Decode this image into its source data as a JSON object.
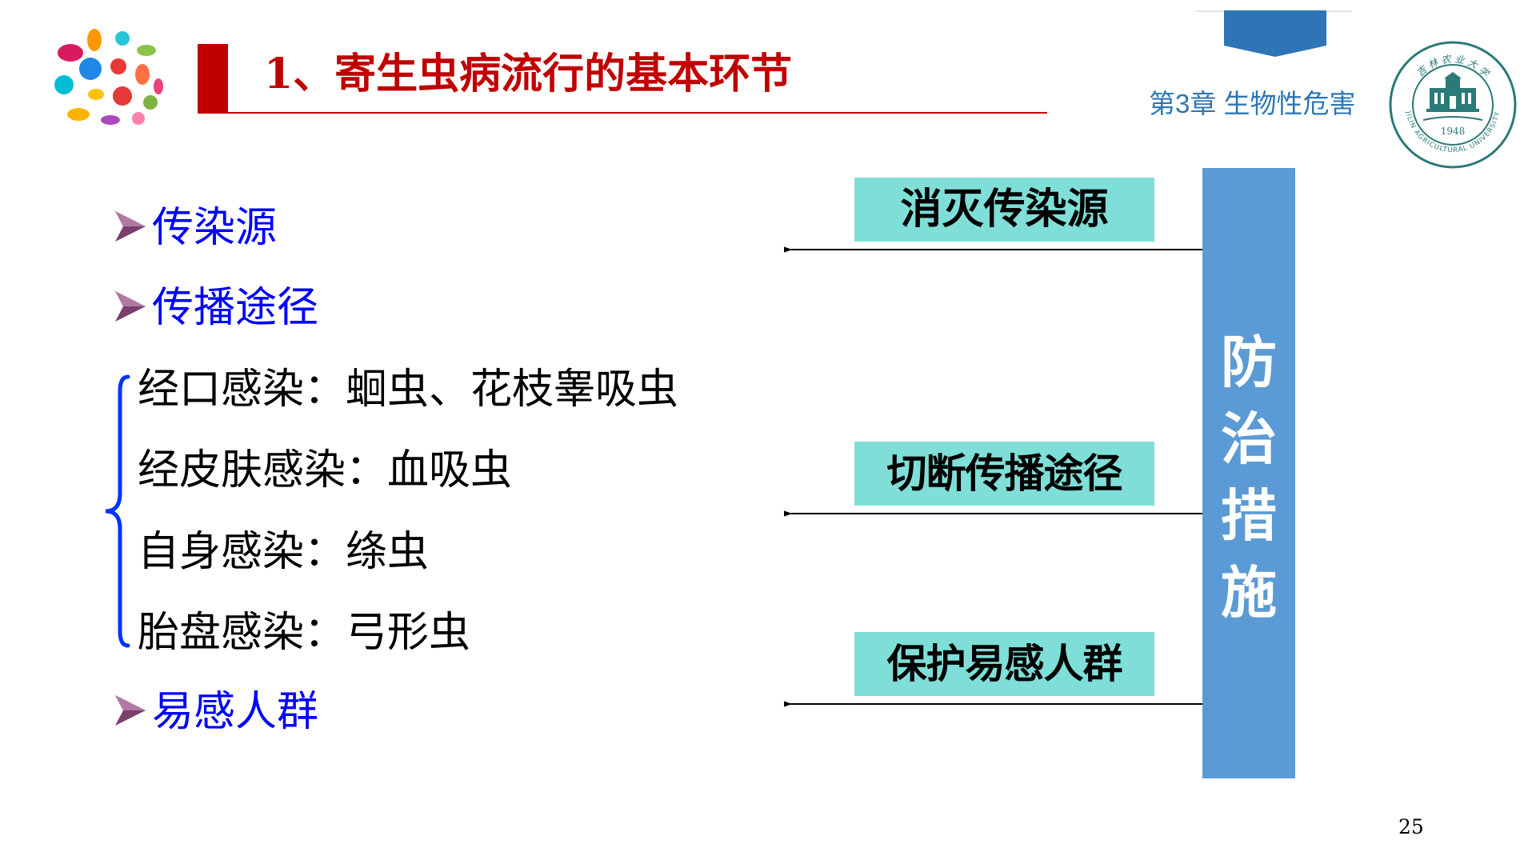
{
  "slide": {
    "title": "1、寄生虫病流行的基本环节",
    "chapter": "第3章 生物性危害",
    "page_number": "25"
  },
  "logo": {
    "year": "1948",
    "arc_text_top": "吉 林 农 业 大 学",
    "arc_text_bottom": "JILIN AGRICULTURAL UNIVERSITY"
  },
  "left_list": {
    "source": "传染源",
    "route": "传播途径",
    "routes": [
      "经口感染：蛔虫、花枝睾吸虫",
      "经皮肤感染：血吸虫",
      "自身感染：绦虫",
      "胎盘感染：弓形虫"
    ],
    "susceptible": "易感人群"
  },
  "measures": {
    "eliminate_source": "消灭传染源",
    "cut_route": "切断传播途径",
    "protect_susceptible": "保护易感人群",
    "bar_chars": [
      "防",
      "治",
      "措",
      "施"
    ]
  },
  "colors": {
    "title_red": "#c00000",
    "bullet_blue": "#0000ff",
    "chapter_blue": "#2e75b6",
    "box_teal": "#7fded8",
    "bar_blue": "#5b9bd5",
    "brace_blue": "#0033ff",
    "arrow_purple": "#7b3f6e"
  },
  "icons": {
    "bullet": "triangle-arrow-bullet-icon",
    "brace": "left-curly-brace",
    "microbes": "microbes-illustration",
    "university": "university-seal-logo"
  }
}
